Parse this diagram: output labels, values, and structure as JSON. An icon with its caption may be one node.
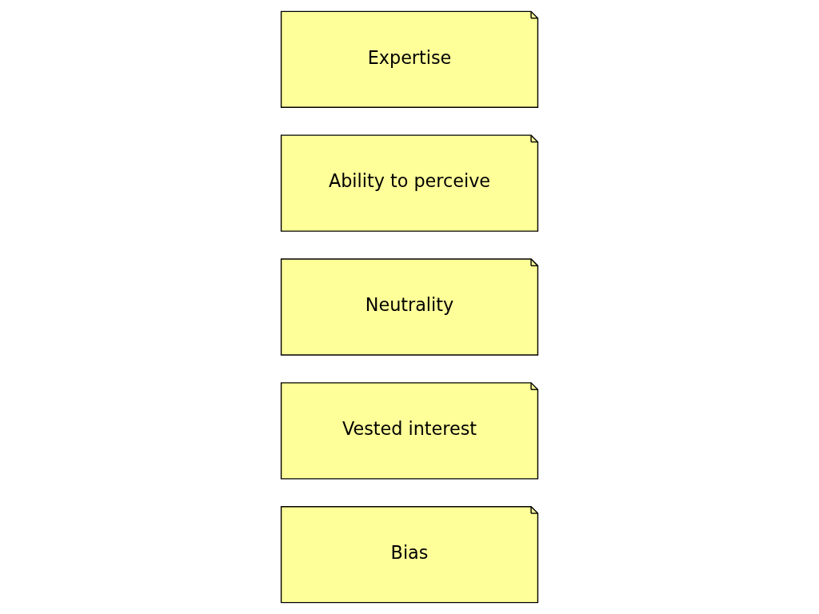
{
  "diagram": {
    "nodes": [
      {
        "text": [
          "Bias"
        ]
      },
      {
        "text": [
          "Vested interest"
        ]
      },
      {
        "text": [
          "Neutrality"
        ]
      },
      {
        "text": [
          "Ability to perceive"
        ]
      },
      {
        "text": [
          "Expertise"
        ]
      }
    ],
    "edges": []
  }
}
